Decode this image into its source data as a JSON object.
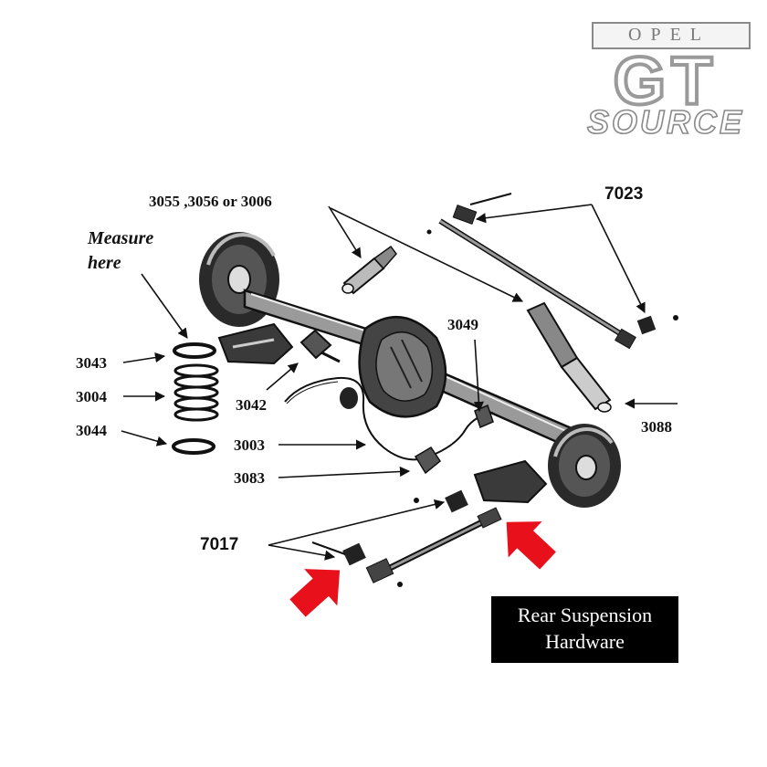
{
  "logo": {
    "line1": "OPEL",
    "line2": "GT",
    "line3": "SOURCE"
  },
  "labels": {
    "shocks": "3055 ,3056 or 3006",
    "p7023": "7023",
    "p3049": "3049",
    "p3043": "3043",
    "p3004": "3004",
    "p3044": "3044",
    "p3042": "3042",
    "p3003": "3003",
    "p3083": "3083",
    "p3088": "3088",
    "p7017": "7017"
  },
  "measure": {
    "line1": "Measure",
    "line2": "here"
  },
  "caption": {
    "line1": "Rear Suspension",
    "line2": "Hardware"
  },
  "colors": {
    "callout_arrow": "#e8101a",
    "ink": "#111111",
    "caption_bg": "#000000"
  }
}
